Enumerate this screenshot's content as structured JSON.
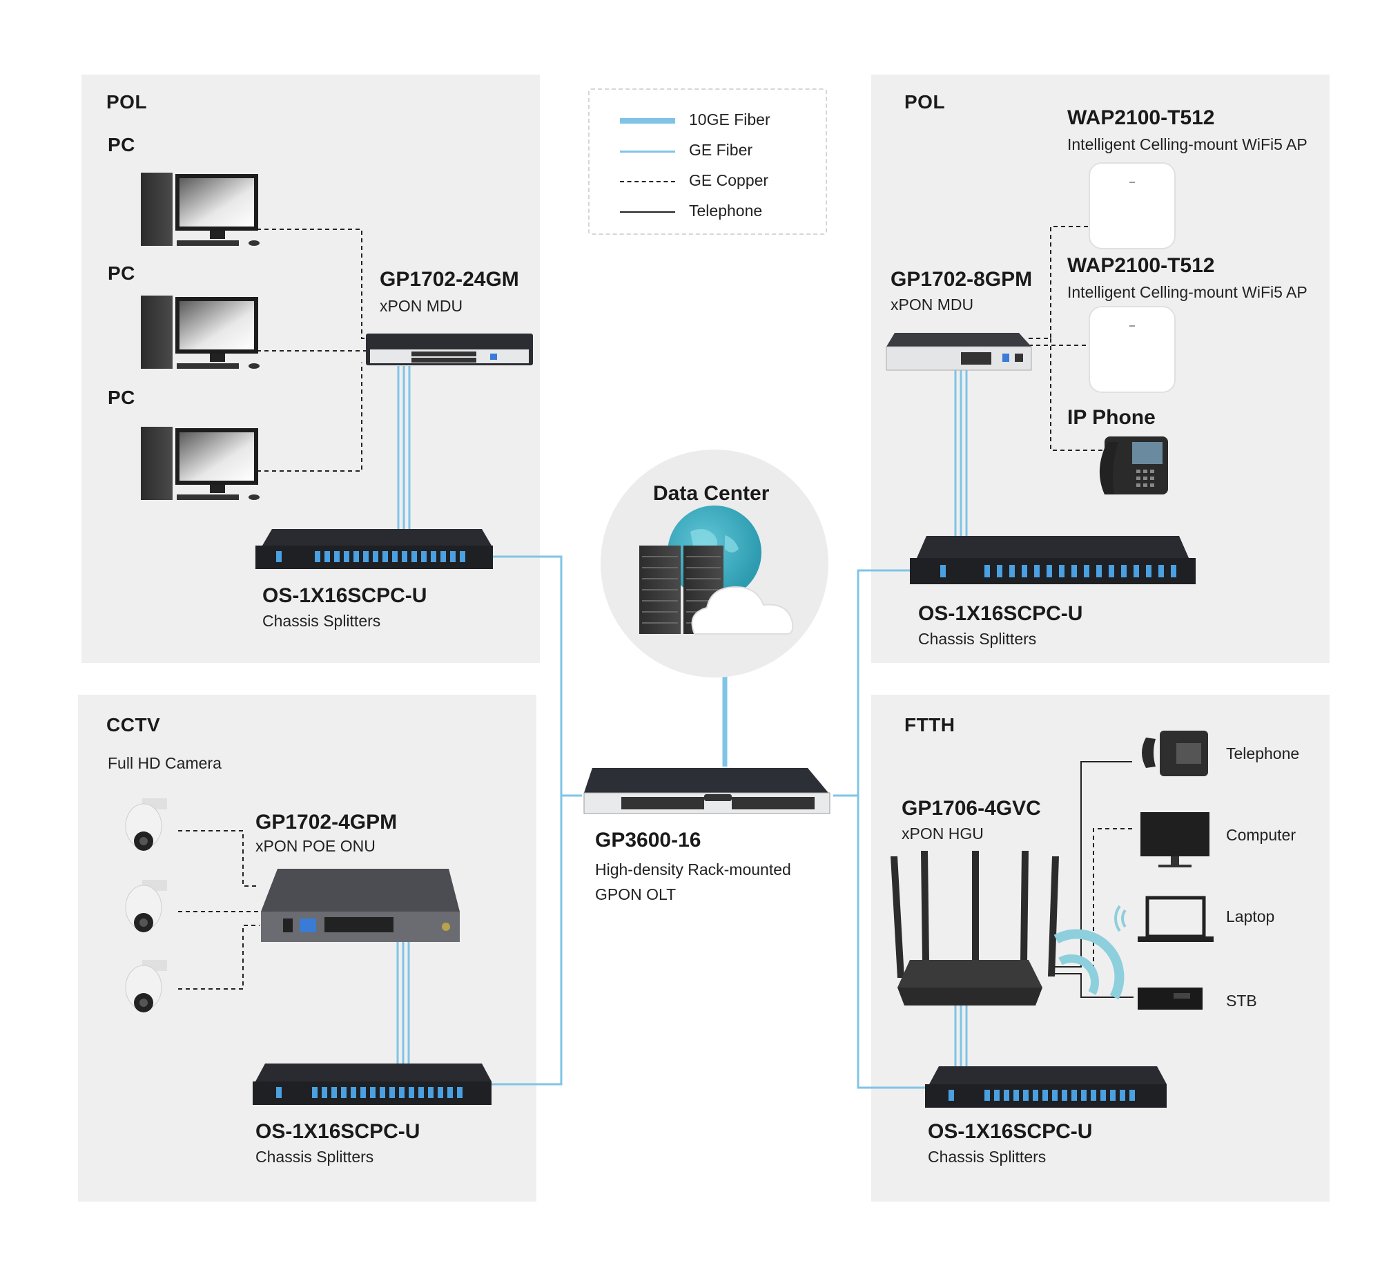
{
  "colors": {
    "fiber": "#7fc4e6",
    "panel": "#efefef",
    "text": "#1a1a1a"
  },
  "legend": {
    "fiber10ge": "10GE Fiber",
    "gefiber": "GE Fiber",
    "gecopper": "GE Copper",
    "telephone": "Telephone"
  },
  "panels": {
    "pol_left": {
      "title": "POL",
      "pc1": "PC",
      "pc2": "PC",
      "pc3": "PC",
      "mdu_model": "GP1702-24GM",
      "mdu_sub": "xPON MDU",
      "splitter_model": "OS-1X16SCPC-U",
      "splitter_sub": "Chassis  Splitters"
    },
    "pol_right": {
      "title": "POL",
      "ap1_model": "WAP2100-T512",
      "ap1_sub": "Intelligent Celling-mount WiFi5 AP",
      "ap2_model": "WAP2100-T512",
      "ap2_sub": "Intelligent Celling-mount WiFi5 AP",
      "mdu_model": "GP1702-8GPM",
      "mdu_sub": "xPON  MDU",
      "phone": "IP Phone",
      "splitter_model": "OS-1X16SCPC-U",
      "splitter_sub": "Chassis  Splitters"
    },
    "cctv": {
      "title": "CCTV",
      "camera": "Full HD Camera",
      "onu_model": "GP1702-4GPM",
      "onu_sub": "xPON POE ONU",
      "splitter_model": "OS-1X16SCPC-U",
      "splitter_sub": "Chassis  Splitters"
    },
    "ftth": {
      "title": "FTTH",
      "hgu_model": "GP1706-4GVC",
      "hgu_sub": "xPON HGU",
      "telephone": "Telephone",
      "computer": "Computer",
      "laptop": "Laptop",
      "stb": "STB",
      "splitter_model": "OS-1X16SCPC-U",
      "splitter_sub": "Chassis  Splitters"
    }
  },
  "center": {
    "datacenter": "Data Center",
    "olt_model": "GP3600-16",
    "olt_sub1": "High-density Rack-mounted",
    "olt_sub2": "GPON OLT"
  }
}
